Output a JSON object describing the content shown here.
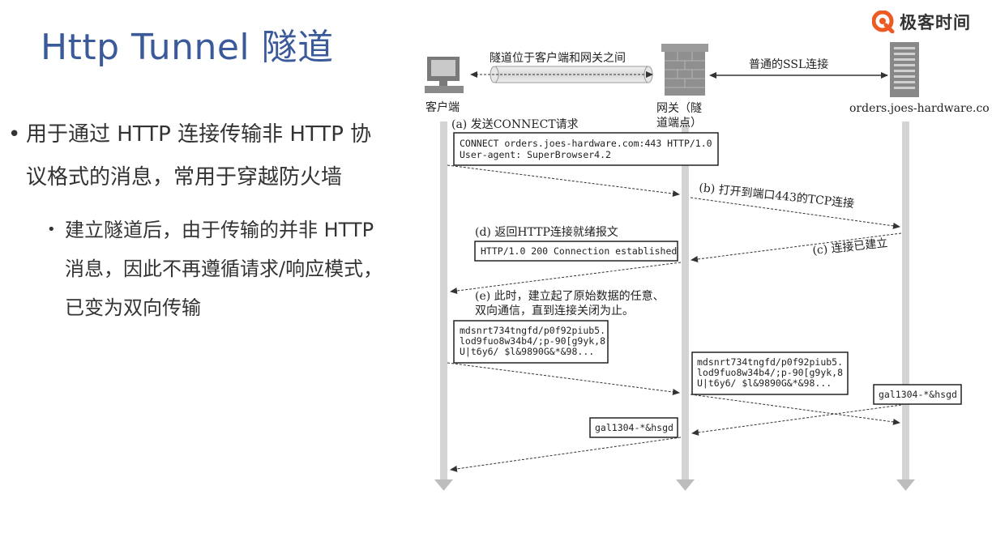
{
  "header": {
    "title": "Http Tunnel 隧道"
  },
  "logo": {
    "text": "极客时间"
  },
  "bullets": [
    {
      "text": "用于通过 HTTP 连接传输非 HTTP 协议格式的消息，常用于穿越防火墙",
      "children": [
        {
          "text": "建立隧道后，由于传输的并非 HTTP 消息，因此不再遵循请求/响应模式，已变为双向传输"
        }
      ]
    }
  ],
  "diagram": {
    "client_label": "客户端",
    "gateway_label_1": "网关（隧",
    "gateway_label_2": "道端点）",
    "server_label": "orders.joes-hardware.com",
    "tunnel_label": "隧道位于客户端和网关之间",
    "ssl_label": "普通的SSL连接",
    "step_a": "(a) 发送CONNECT请求",
    "connect_line1": "CONNECT orders.joes-hardware.com:443 HTTP/1.0",
    "connect_line2": "User-agent: SuperBrowser4.2",
    "step_b": "(b) 打开到端口443的TCP连接",
    "step_c": "(c) 连接已建立",
    "step_d": "(d) 返回HTTP连接就绪报文",
    "established": "HTTP/1.0 200 Connection established",
    "step_e_1": "(e) 此时，建立起了原始数据的任意、",
    "step_e_2": "双向通信，直到连接关闭为止。",
    "raw_line1": "mdsnrt734tngfd/p0f92piub5.",
    "raw_line2": "lod9fuo8w34b4/;p-90[g9yk,8",
    "raw_line3": "U|t6y6/ $l&9890G&*&98...",
    "raw_short": "gal1304-*&hsgd"
  }
}
